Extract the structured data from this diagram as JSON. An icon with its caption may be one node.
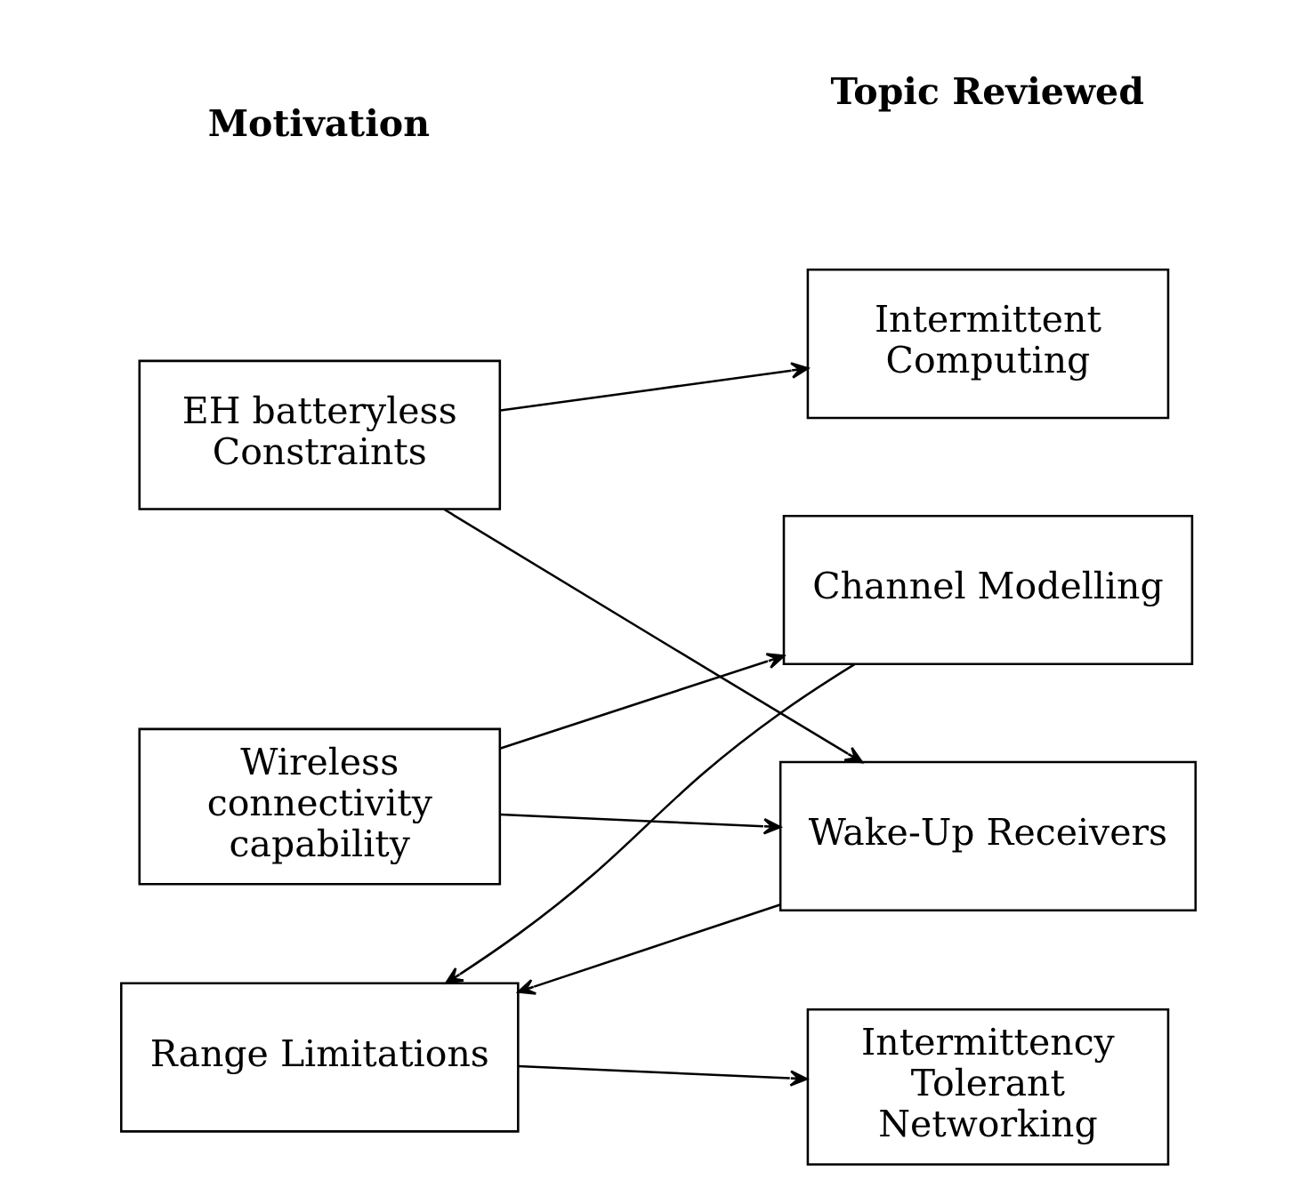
{
  "diagram": {
    "nodes": [
      {
        "text": [
          "EH batteryless Constraints"
        ]
      },
      {
        "text": [
          "Wireless connectivity capability"
        ]
      },
      {
        "text": [
          "Range Limitations"
        ]
      },
      {
        "text": [
          "Intermittent Computing"
        ]
      },
      {
        "text": [
          "Channel Modelling"
        ]
      },
      {
        "text": [
          "Wake-Up Receivers"
        ]
      },
      {
        "text": [
          "Intermittency Tolerant Networking"
        ]
      }
    ],
    "edges": [
      {
        "from": 0,
        "to": 3,
        "arrow": "to"
      },
      {
        "from": 0,
        "to": 5,
        "arrow": "to"
      },
      {
        "from": 1,
        "to": 4,
        "arrow": "to"
      },
      {
        "from": 1,
        "to": 5,
        "arrow": "to"
      },
      {
        "from": 4,
        "to": 2,
        "arrow": "to"
      },
      {
        "from": 5,
        "to": 2,
        "arrow": "to"
      },
      {
        "from": 2,
        "to": 6,
        "arrow": "to"
      }
    ],
    "labels": [
      "Motivation",
      "Topic Reviewed"
    ]
  }
}
